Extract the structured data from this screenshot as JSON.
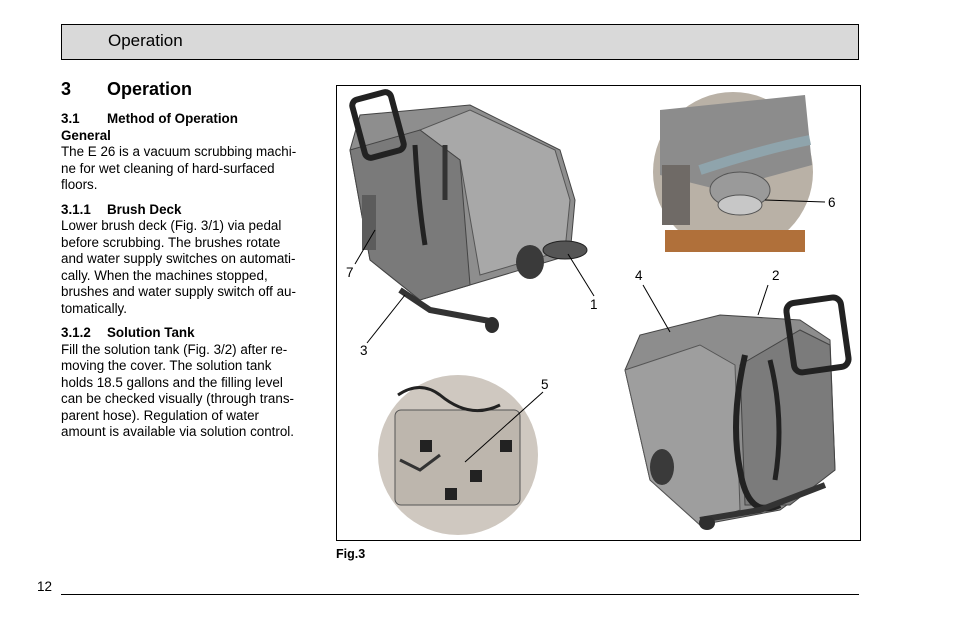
{
  "header": {
    "title": "Operation"
  },
  "section": {
    "number": "3",
    "title": "Operation"
  },
  "method": {
    "number": "3.1",
    "title": "Method of Operation"
  },
  "general": {
    "title": "General",
    "lines": [
      "The E 26 is a  vacuum scrubbing machi-",
      "ne for wet cleaning of hard-surfaced",
      "floors."
    ]
  },
  "brush_deck": {
    "number": "3.1.1",
    "title": "Brush Deck",
    "lines": [
      "Lower brush deck (Fig. 3/1) via pedal",
      "before scrubbing. The brushes rotate",
      "and water supply switches on automati-",
      "cally. When the machines stopped,",
      "brushes and water supply switch off au-",
      "tomatically."
    ]
  },
  "solution_tank": {
    "number": "3.1.2",
    "title": "Solution Tank",
    "lines": [
      "Fill the solution tank (Fig. 3/2) after re-",
      "moving the cover. The solution tank",
      "holds 18.5 gallons and the filling level",
      "can be checked visually (through trans-",
      "parent hose). Regulation of water",
      "amount is available via solution control."
    ]
  },
  "figure": {
    "caption": "Fig.3",
    "callouts": [
      "1",
      "2",
      "3",
      "4",
      "5",
      "6",
      "7"
    ]
  },
  "footer": {
    "page_number": "12"
  }
}
